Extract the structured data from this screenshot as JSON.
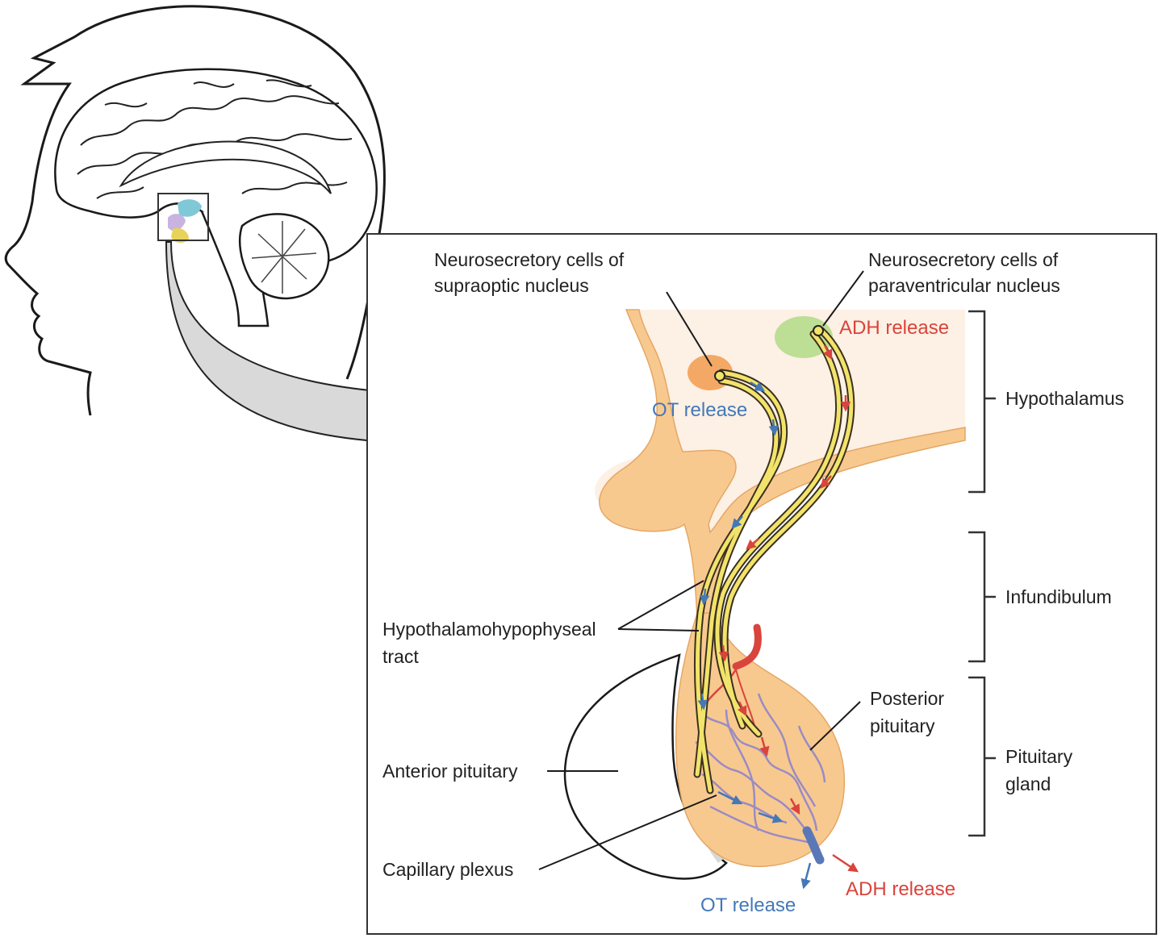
{
  "labels": {
    "supraoptic_line1": "Neurosecretory cells of",
    "supraoptic_line2": "supraoptic nucleus",
    "paraventricular_line1": "Neurosecretory cells of",
    "paraventricular_line2": "paraventricular nucleus",
    "adh_release_top": "ADH release",
    "ot_release_top": "OT release",
    "hypothalamus": "Hypothalamus",
    "infundibulum": "Infundibulum",
    "tract_line1": "Hypothalamohypophyseal",
    "tract_line2": "tract",
    "posterior_line1": "Posterior",
    "posterior_line2": "pituitary",
    "pituitary_line1": "Pituitary",
    "pituitary_line2": "gland",
    "anterior_pituitary": "Anterior pituitary",
    "capillary_plexus": "Capillary plexus",
    "ot_release_bottom": "OT release",
    "adh_release_bottom": "ADH release"
  },
  "colors": {
    "ot_blue": "#4478b8",
    "adh_red": "#d9443c",
    "tissue": "#f8c98f",
    "tissue_light": "#fdf0e4",
    "axon_yellow": "#f2e36a",
    "paraventricular_green": "#b6dc8c",
    "supraoptic_orange": "#f4a865",
    "arrow_gray": "#d9d9d9"
  }
}
